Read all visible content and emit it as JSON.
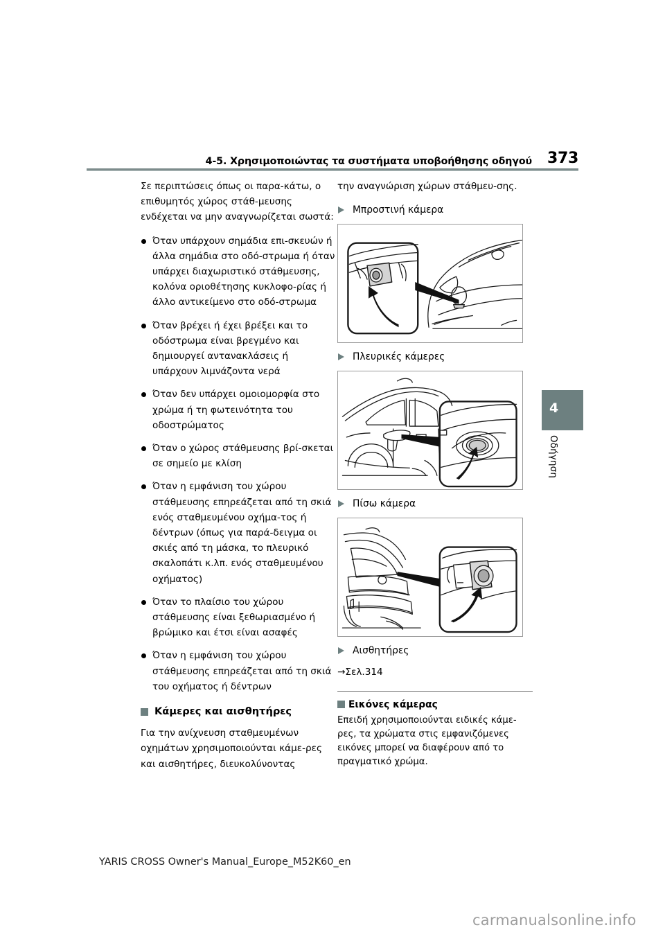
{
  "header": {
    "title": "4-5. Χρησιμοποιώντας τα συστήματα υποβοήθησης οδηγού",
    "page_number": "373"
  },
  "side_tab": {
    "number": "4",
    "label": "Οδήγηση",
    "color": "#6d8080"
  },
  "left_column": {
    "intro": "Σε περιπτώσεις όπως οι παρα-κάτω, ο επιθυμητός χώρος στάθ-μευσης ενδέχεται να μην αναγνωρίζεται σωστά:",
    "bullets": [
      "Όταν υπάρχουν σημάδια επι-σκευών ή άλλα σημάδια στο οδό-στρωμα ή όταν υπάρχει διαχωριστικό στάθμευσης, κολόνα οριοθέτησης κυκλοφο-ρίας ή άλλο αντικείμενο στο οδό-στρωμα",
      "Όταν βρέχει ή έχει βρέξει και το οδόστρωμα είναι βρεγμένο και δημιουργεί αντανακλάσεις ή υπάρχουν λιμνάζοντα νερά",
      "Όταν δεν υπάρχει ομοιομορφία στο χρώμα ή τη φωτεινότητα του οδοστρώματος",
      "Όταν ο χώρος στάθμευσης βρί-σκεται σε σημείο με κλίση",
      "Όταν η εμφάνιση του χώρου στάθμευσης επηρεάζεται από τη σκιά ενός σταθμευμένου οχήμα-τος ή δέντρων (όπως για παρά-δειγμα οι σκιές από τη μάσκα, το πλευρικό σκαλοπάτι κ.λπ. ενός σταθμευμένου οχήματος)",
      "Όταν το πλαίσιο του χώρου στάθμευσης είναι ξεθωριασμένο ή βρώμικο και έτσι είναι ασαφές",
      "Όταν η εμφάνιση του χώρου στάθμευσης επηρεάζεται από τη σκιά του οχήματος ή δέντρων"
    ],
    "section_heading": "Κάμερες και αισθητήρες",
    "section_body": "Για την ανίχνευση σταθμευμένων οχημάτων χρησιμοποιούνται κάμε-ρες και αισθητήρες, διευκολύνοντας"
  },
  "right_column": {
    "continuation": "την αναγνώριση χώρων στάθμευ-σης.",
    "captions": {
      "front_camera": "Μπροστινή κάμερα",
      "side_cameras": "Πλευρικές κάμερες",
      "rear_camera": "Πίσω κάμερα",
      "sensors": "Αισθητήρες"
    },
    "page_reference": "→Σελ.314",
    "note_heading": "Εικόνες κάμερας",
    "note_body": "Επειδή χρησιμοποιούνται ειδικές κάμε-ρες, τα χρώματα στις εμφανιζόμενες εικόνες μπορεί να διαφέρουν από το πραγματικό χρώμα."
  },
  "footer": {
    "manual_id": "YARIS CROSS Owner's Manual_Europe_M52K60_en",
    "watermark": "carmanualsonline.info"
  }
}
